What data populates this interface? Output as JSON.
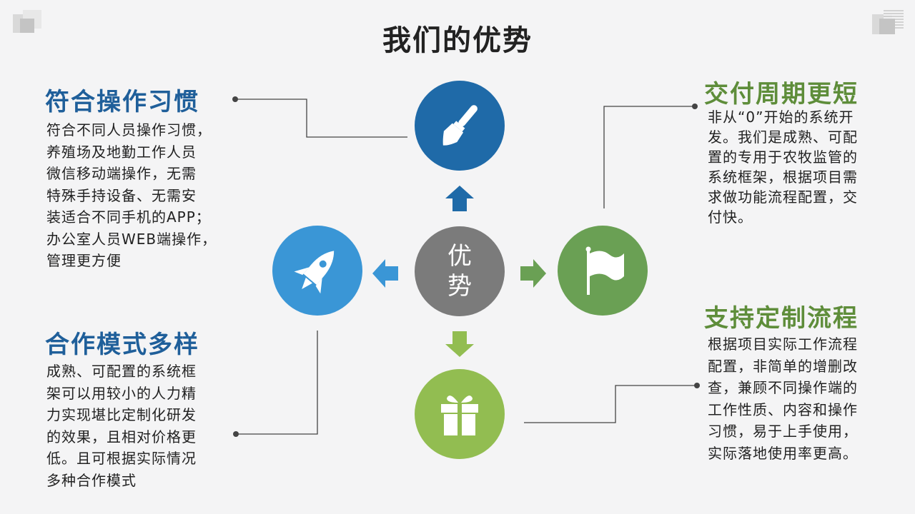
{
  "title": "我们的优势",
  "center": {
    "chars": [
      "优",
      "势"
    ]
  },
  "colors": {
    "blue_dark": "#1f6aa8",
    "blue_light": "#3a96d6",
    "green_dark": "#6aa054",
    "green_light": "#92bd51",
    "gray": "#7b7b7b"
  },
  "panels": {
    "top_left": {
      "heading": "符合操作习惯",
      "lines": [
        "符合不同人员操作习惯，",
        "养殖场及地勤工作人员",
        "微信移动端操作，无需",
        "特殊手持设备、无需安",
        "装适合不同手机的APP；",
        "办公室人员WEB端操作，",
        "管理更方便"
      ]
    },
    "bottom_left": {
      "heading": "合作模式多样",
      "lines": [
        "成熟、可配置的系统框",
        "架可以用较小的人力精",
        "力实现堪比定制化研发",
        "的效果，且相对价格更",
        "低。且可根据实际情况",
        "多种合作模式"
      ]
    },
    "top_right": {
      "heading": "交付周期更短",
      "lines": [
        "非从“0”开始的系统开",
        "发。我们是成熟、可配",
        "置的专用于农牧监管的",
        "系统框架，根据项目需",
        "求做功能流程配置，交",
        "付快。"
      ]
    },
    "bottom_right": {
      "heading": "支持定制流程",
      "lines": [
        "根据项目实际工作流程",
        "配置，非简单的增删改",
        "查，兼顾不同操作端的",
        "工作性质、内容和操作",
        "习惯，易于上手使用，",
        "实际落地使用率更高。"
      ]
    },
    "icons": {
      "top": "paintbrush-icon",
      "left": "rocket-icon",
      "right": "flag-icon",
      "bottom": "gift-icon"
    }
  }
}
